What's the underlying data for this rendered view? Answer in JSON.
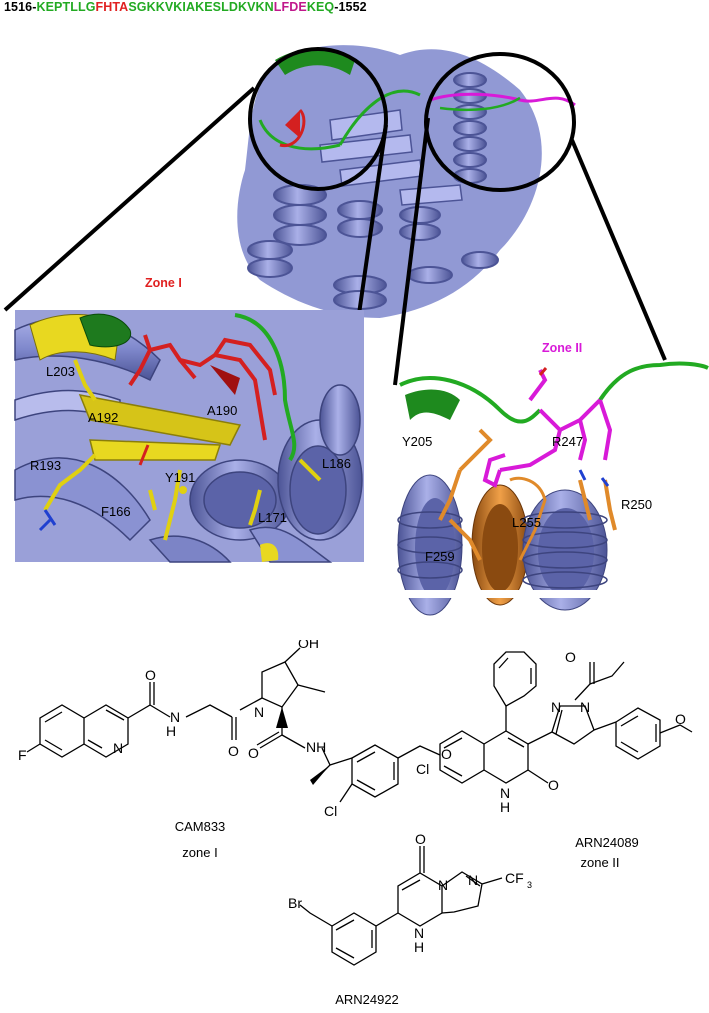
{
  "sequence": {
    "start": "1516-",
    "segments": [
      {
        "text": "KEPTLLG",
        "color": "#22aa22"
      },
      {
        "text": "FHTA",
        "color": "#e02020"
      },
      {
        "text": "SGKKVKIAKESLDKVKN",
        "color": "#22aa22"
      },
      {
        "text": "LFDE",
        "color": "#c0188c"
      },
      {
        "text": "KEQ",
        "color": "#22aa22"
      }
    ],
    "end": "-1552"
  },
  "zones": {
    "zone1": {
      "title": "Zone I",
      "color": "#e02020"
    },
    "zone2": {
      "title": "Zone II",
      "color": "#d81ad8"
    }
  },
  "residues_zone1": [
    "L203",
    "A192",
    "A190",
    "R193",
    "Y191",
    "L186",
    "F166",
    "L171"
  ],
  "residues_zone2": [
    "Y205",
    "R247",
    "R250",
    "L255",
    "F259"
  ],
  "compounds": {
    "cam833": {
      "name": "CAM833",
      "zone": "zone I"
    },
    "arn24089": {
      "name": "ARN24089",
      "zone": "zone II"
    },
    "arn24922": {
      "name": "ARN24922"
    }
  },
  "atoms": {
    "F": "F",
    "N": "N",
    "O": "O",
    "H": "H",
    "NH": "NH",
    "OH": "OH",
    "Cl": "Cl",
    "Br": "Br",
    "CF3": "CF",
    "sub3": "3"
  },
  "colors": {
    "protein": "#8890d0",
    "protein_dark": "#5b63a8",
    "loop_green": "#22aa22",
    "red": "#d42020",
    "magenta": "#d81ad8",
    "yellow": "#e8d820",
    "orange": "#e08a2a"
  }
}
